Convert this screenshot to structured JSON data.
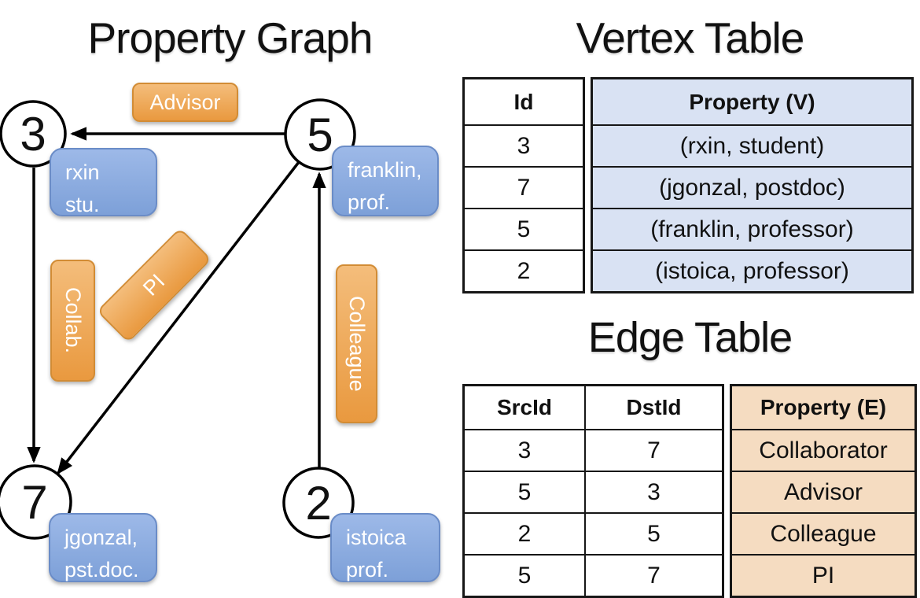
{
  "graph": {
    "title": "Property Graph",
    "nodes": [
      {
        "id": "3",
        "label_line1": "rxin",
        "label_line2": "stu."
      },
      {
        "id": "5",
        "label_line1": "franklin,",
        "label_line2": "prof."
      },
      {
        "id": "7",
        "label_line1": "jgonzal,",
        "label_line2": "pst.doc."
      },
      {
        "id": "2",
        "label_line1": "istoica",
        "label_line2": "prof."
      }
    ],
    "edge_labels": {
      "advisor": "Advisor",
      "collab": "Collab.",
      "pi": "PI",
      "colleague": "Colleague"
    }
  },
  "vertex_table": {
    "title": "Vertex Table",
    "headers": {
      "id": "Id",
      "property": "Property (V)"
    },
    "rows": [
      {
        "id": "3",
        "property": "(rxin, student)"
      },
      {
        "id": "7",
        "property": "(jgonzal, postdoc)"
      },
      {
        "id": "5",
        "property": "(franklin, professor)"
      },
      {
        "id": "2",
        "property": "(istoica, professor)"
      }
    ]
  },
  "edge_table": {
    "title": "Edge Table",
    "headers": {
      "src": "SrcId",
      "dst": "DstId",
      "property": "Property (E)"
    },
    "rows": [
      {
        "src": "3",
        "dst": "7",
        "property": "Collaborator"
      },
      {
        "src": "5",
        "dst": "3",
        "property": "Advisor"
      },
      {
        "src": "2",
        "dst": "5",
        "property": "Colleague"
      },
      {
        "src": "5",
        "dst": "7",
        "property": "PI"
      }
    ]
  },
  "colors": {
    "vertex_property_fill": "#d9e2f3",
    "edge_property_fill": "#f5dcc1",
    "vertex_box_blue": "#7da0d8",
    "edge_label_orange": "#e9993f",
    "line_black": "#000000"
  }
}
